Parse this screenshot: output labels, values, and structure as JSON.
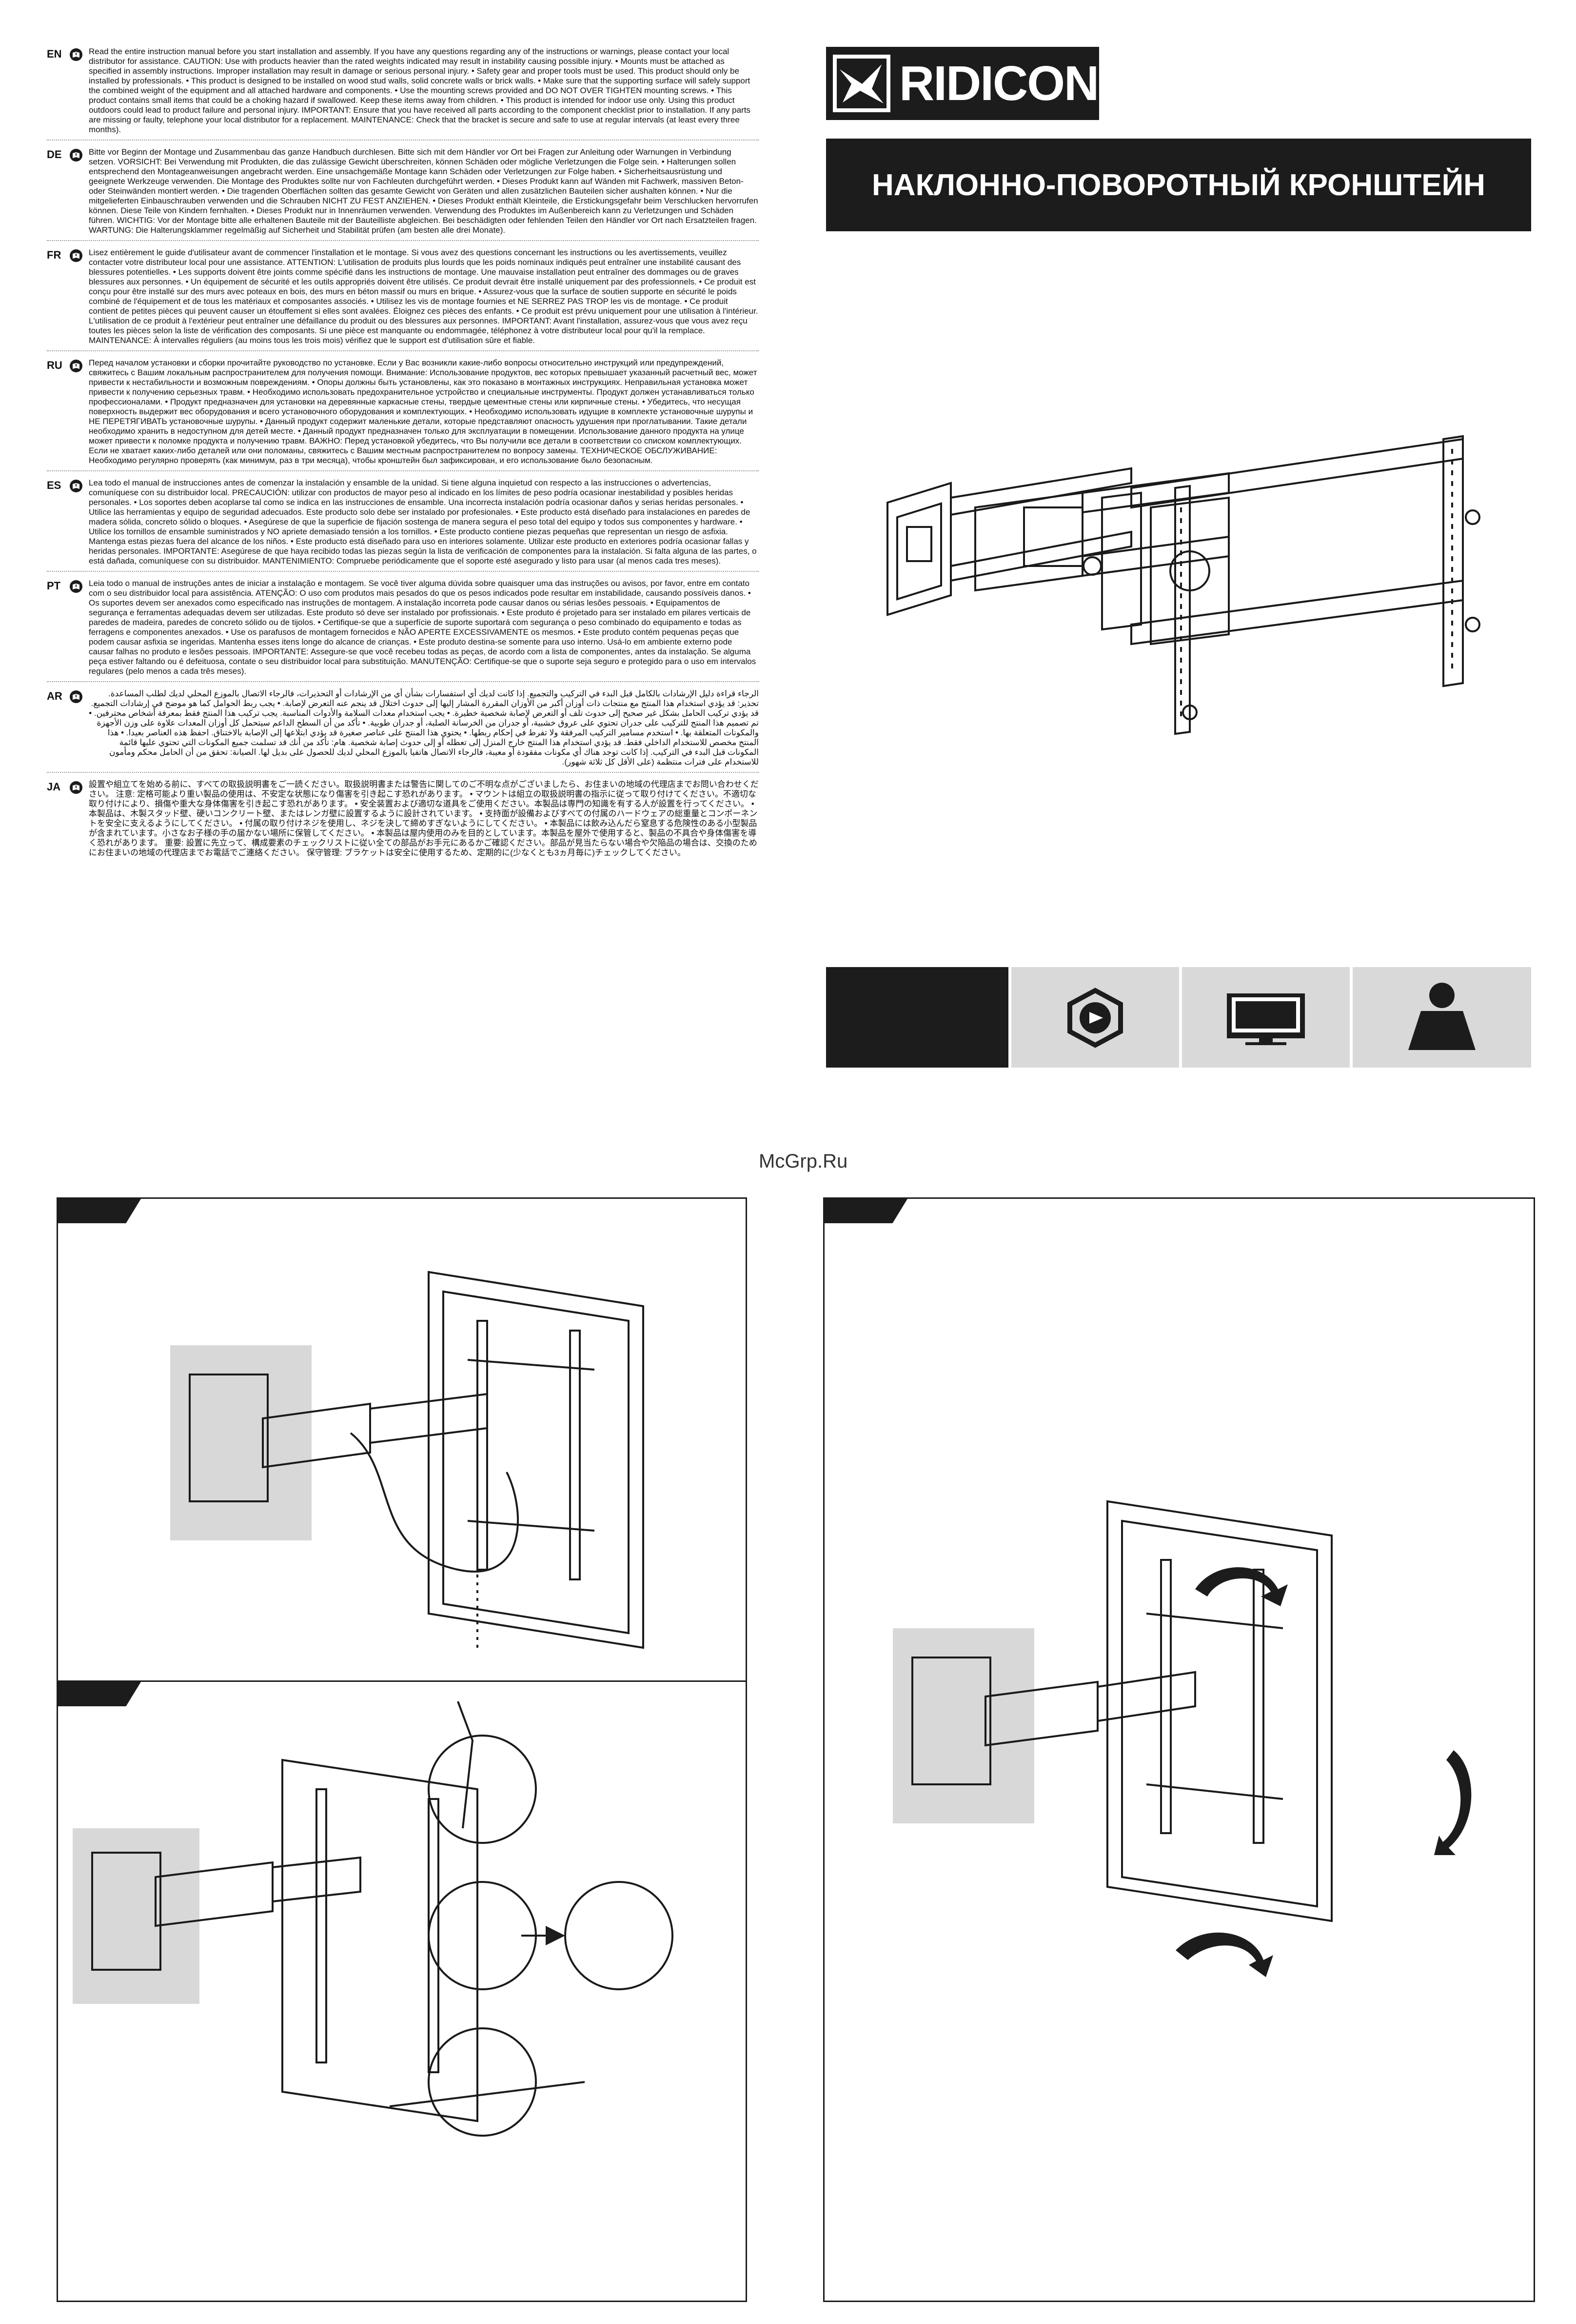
{
  "brand": {
    "name": "RIDICON"
  },
  "title": "НАКЛОННО-ПОВОРОТНЫЙ КРОНШТЕЙН",
  "watermark": "McGrp.Ru",
  "languages": [
    {
      "code": "EN",
      "text": "Read the entire instruction manual before you start installation and assembly. If you have any questions regarding any of the instructions or warnings, please contact your local distributor for assistance. CAUTION: Use with products heavier than the rated weights indicated may result in instability causing possible injury. • Mounts must be attached as specified in assembly instructions. Improper installation may result in damage or serious personal injury. • Safety gear and proper tools must be used. This product should only be installed by professionals. • This product is designed to be installed on wood stud walls, solid concrete walls or brick walls. • Make sure that the supporting surface will safely support the combined weight of the equipment and all attached hardware and components. • Use the mounting screws provided and DO NOT OVER TIGHTEN mounting screws. • This product contains small items that could be a choking hazard if swallowed. Keep these items away from children. • This product is intended for indoor use only. Using this product outdoors could lead to product failure and personal injury. IMPORTANT: Ensure that you have received all parts according to the component checklist prior to installation. If any parts are missing or faulty, telephone your local distributor for a replacement. MAINTENANCE: Check that the bracket is secure and safe to use at regular intervals (at least every three months)."
    },
    {
      "code": "DE",
      "text": "Bitte vor Beginn der Montage und Zusammenbau das ganze Handbuch durchlesen. Bitte sich mit dem Händler vor Ort bei Fragen zur Anleitung oder Warnungen in Verbindung setzen. VORSICHT: Bei Verwendung mit Produkten, die das zulässige Gewicht überschreiten, können Schäden oder mögliche Verletzungen die Folge sein. • Halterungen sollen entsprechend den Montageanweisungen angebracht werden. Eine unsachgemäße Montage kann Schäden oder Verletzungen zur Folge haben. • Sicherheitsausrüstung und geeignete Werkzeuge verwenden. Die Montage des Produktes sollte nur von Fachleuten durchgeführt werden. • Dieses Produkt kann auf Wänden mit Fachwerk, massiven Beton- oder Steinwänden montiert werden. • Die tragenden Oberflächen sollten das gesamte Gewicht von Geräten und allen zusätzlichen Bauteilen sicher aushalten können. • Nur die mitgelieferten Einbauschrauben verwenden und die Schrauben NICHT ZU FEST ANZIEHEN. • Dieses Produkt enthält Kleinteile, die Erstickungsgefahr beim Verschlucken hervorrufen können. Diese Teile von Kindern fernhalten. • Dieses Produkt nur in Innenräumen verwenden. Verwendung des Produktes im Außenbereich kann zu Verletzungen und Schäden führen. WICHTIG: Vor der Montage bitte alle erhaltenen Bauteile mit der Bauteilliste abgleichen. Bei beschädigten oder fehlenden Teilen den Händler vor Ort nach Ersatzteilen fragen. WARTUNG: Die Halterungsklammer regelmäßig auf Sicherheit und Stabilität prüfen (am besten alle drei Monate)."
    },
    {
      "code": "FR",
      "text": "Lisez entièrement le guide d'utilisateur avant de commencer l'installation et le montage. Si vous avez des questions concernant les instructions ou les avertissements, veuillez contacter votre distributeur local pour une assistance. ATTENTION: L'utilisation de produits plus lourds que les poids nominaux indiqués peut entraîner une instabilité causant des blessures potentielles. • Les supports doivent être joints comme spécifié dans les instructions de montage. Une mauvaise installation peut entraîner des dommages ou de graves blessures aux personnes. • Un équipement de sécurité et les outils appropriés doivent être utilisés. Ce produit devrait être installé uniquement par des professionnels. • Ce produit est conçu pour être installé sur des murs avec poteaux en bois, des murs en béton massif ou murs en brique. • Assurez-vous que la surface de soutien supporte en sécurité le poids combiné de l'équipement et de tous les matériaux et composantes associés. • Utilisez les vis de montage fournies et NE SERREZ PAS TROP les vis de montage. • Ce produit contient de petites pièces qui peuvent causer un étouffement si elles sont avalées. Éloignez ces pièces des enfants. • Ce produit est prévu uniquement pour une utilisation à l'intérieur. L'utilisation de ce produit à l'extérieur peut entraîner une défaillance du produit ou des blessures aux personnes. IMPORTANT: Avant l'installation, assurez-vous que vous avez reçu toutes les pièces selon la liste de vérification des composants. Si une pièce est manquante ou endommagée, téléphonez à votre distributeur local pour qu'il la remplace. MAINTENANCE: À intervalles réguliers (au moins tous les trois mois) vérifiez que le support est d'utilisation sûre et fiable."
    },
    {
      "code": "RU",
      "text": "Перед началом установки и сборки прочитайте руководство по установке. Если у Вас возникли какие-либо вопросы относительно инструкций или предупреждений, свяжитесь с Вашим локальным распространителем для получения помощи. Внимание: Использование продуктов, вес которых превышает указанный расчетный вес, может привести к нестабильности и возможным повреждениям. • Опоры должны быть установлены, как это показано в монтажных инструкциях. Неправильная установка может привести к получению серьезных травм. • Необходимо использовать предохранительное устройство и специальные инструменты. Продукт должен устанавливаться только профессионалами. • Продукт предназначен для установки на деревянные каркасные стены, твердые цементные стены или кирпичные стены. • Убедитесь, что несущая поверхность выдержит вес оборудования и всего установочного оборудования и комплектующих. • Необходимо использовать идущие в комплекте установочные шурупы и НЕ ПЕРЕТЯГИВАТЬ установочные шурупы. • Данный продукт содержит маленькие детали, которые представляют опасность удушения при проглатывании. Такие детали необходимо хранить в недоступном для детей месте. • Данный продукт предназначен только для эксплуатации в помещении. Использование данного продукта на улице может привести к поломке продукта и получению травм. ВАЖНО: Перед установкой убедитесь, что Вы получили все детали в соответствии со списком комплектующих. Если не хватает каких-либо деталей или они поломаны, свяжитесь с Вашим местным распространителем по вопросу замены. ТЕХНИЧЕСКОЕ ОБСЛУЖИВАНИЕ: Необходимо регулярно проверять (как минимум, раз в три месяца), чтобы кронштейн был зафиксирован, и его использование было безопасным."
    },
    {
      "code": "ES",
      "text": "Lea todo el manual de instrucciones antes de comenzar la instalación y ensamble de la unidad. Si tiene alguna inquietud con respecto a las instrucciones o advertencias, comuníquese con su distribuidor local. PRECAUCIÓN: utilizar con productos de mayor peso al indicado en los límites de peso podría ocasionar inestabilidad y posibles heridas personales. • Los soportes deben acoplarse tal como se indica en las instrucciones de ensamble. Una incorrecta instalación podría ocasionar daños y serias heridas personales. • Utilice las herramientas y equipo de seguridad adecuados. Este producto solo debe ser instalado por profesionales. • Este producto está diseñado para instalaciones en paredes de madera sólida, concreto sólido o bloques. • Asegúrese de que la superficie de fijación sostenga de manera segura el peso total del equipo y todos sus componentes y hardware. • Utilice los tornillos de ensamble suministrados y NO apriete demasiado tensión a los tornillos. • Este producto contiene piezas pequeñas que representan un riesgo de asfixia. Mantenga estas piezas fuera del alcance de los niños. • Este producto está diseñado para uso en interiores solamente. Utilizar este producto en exteriores podría ocasionar fallas y heridas personales. IMPORTANTE: Asegúrese de que haya recibido todas las piezas según la lista de verificación de componentes para la instalación. Si falta alguna de las partes, o está dañada, comuníquese con su distribuidor. MANTENIMIENTO: Compruebe periódicamente que el soporte esté asegurado y listo para usar (al menos cada tres meses)."
    },
    {
      "code": "PT",
      "text": "Leia todo o manual de instruções antes de iniciar a instalação e montagem. Se você tiver alguma dúvida sobre quaisquer uma das instruções ou avisos, por favor, entre em contato com o seu distribuidor local para assistência. ATENÇÃO: O uso com produtos mais pesados do que os pesos indicados pode resultar em instabilidade, causando possíveis danos. • Os suportes devem ser anexados como especificado nas instruções de montagem. A instalação incorreta pode causar danos ou sérias lesões pessoais. • Equipamentos de segurança e ferramentas adequadas devem ser utilizadas. Este produto só deve ser instalado por profissionais. • Este produto é projetado para ser instalado em pilares verticais de paredes de madeira, paredes de concreto sólido ou de tijolos. • Certifique-se que a superfície de suporte suportará com segurança o peso combinado do equipamento e todas as ferragens e componentes anexados. • Use os parafusos de montagem fornecidos e NÃO APERTE EXCESSIVAMENTE os mesmos. • Este produto contém pequenas peças que podem causar asfixia se ingeridas. Mantenha esses itens longe do alcance de crianças. • Este produto destina-se somente para uso interno. Usá-lo em ambiente externo pode causar falhas no produto e lesões pessoais. IMPORTANTE: Assegure-se que você recebeu todas as peças, de acordo com a lista de componentes, antes da instalação. Se alguma peça estiver faltando ou é defeituosa, contate o seu distribuidor local para substituição. MANUTENÇÃO: Certifique-se que o suporte seja seguro e protegido para o uso em intervalos regulares (pelo menos a cada três meses)."
    },
    {
      "code": "AR",
      "text": "الرجاء قراءة دليل الإرشادات بالكامل قبل البدء في التركيب والتجميع. إذا كانت لديك أي استفسارات بشأن أي من الإرشادات أو التحذيرات، فالرجاء الاتصال بالموزع المحلي لديك لطلب المساعدة. تحذير: قد يؤدي استخدام هذا المنتج مع منتجات ذات أوزان أكبر من الأوزان المقررة المشار إليها إلى حدوث اختلال قد ينجم عنه التعرض لإصابة. • يجب ربط الحوامل كما هو موضح في إرشادات التجميع. قد يؤدي تركيب الحامل بشكل غير صحيح إلى حدوث تلف أو التعرض لإصابة شخصية خطيرة. • يجب استخدام معدات السلامة والأدوات المناسبة. يجب تركيب هذا المنتج فقط بمعرفة أشخاص محترفين. • تم تصميم هذا المنتج للتركيب على جدران تحتوي على عروق خشبية، أو جدران من الخرسانة الصلبة، أو جدران طوبية. • تأكد من أن السطح الداعم سيتحمل كل أوزان المعدات علاوة على وزن الأجهزة والمكونات المتعلقة بها. • استخدم مسامير التركيب المرفقة ولا تفرط في إحكام ربطها. • يحتوي هذا المنتج على عناصر صغيرة قد يؤدي ابتلاعها إلى الإصابة بالاختناق. احفظ هذه العناصر بعيدا. • هذا المنتج مخصص للاستخدام الداخلي فقط. قد يؤدي استخدام هذا المنتج خارج المنزل إلى تعطله أو إلى حدوث إصابة شخصية. هام: تأكد من أنك قد تسلمت جميع المكونات التي تحتوي عليها قائمة المكونات قبل البدء في التركيب. إذا كانت توجد هناك أي مكونات مفقودة أو معيبة، فالرجاء الاتصال هاتفيا بالموزع المحلي لديك للحصول على بديل لها. الصيانة: تحقق من أن الحامل محكم ومأمون للاستخدام على فترات منتظمة (على الأقل كل ثلاثة شهور)."
    },
    {
      "code": "JA",
      "text": "設置や組立てを始める前に、すべての取扱説明書をご一読ください。取扱説明書または警告に関してのご不明な点がございましたら、お住まいの地域の代理店までお問い合わせください。 注意: 定格可能より重い製品の使用は、不安定な状態になり傷害を引き起こす恐れがあります。 • マウントは組立の取扱説明書の指示に従って取り付けてください。不適切な取り付けにより、損傷や重大な身体傷害を引き起こす恐れがあります。 • 安全装置および適切な道具をご使用ください。本製品は専門の知識を有する人が設置を行ってください。 • 本製品は、木製スタッド壁、硬いコンクリート壁、またはレンガ壁に設置するように設計されています。 • 支持面が設備およびすべての付属のハードウェアの総重量とコンポーネントを安全に支えるようにしてください。 • 付属の取り付けネジを使用し、ネジを決して締めすぎないようにしてください。 • 本製品には飲み込んだら窒息する危険性のある小型製品が含まれています。小さなお子様の手の届かない場所に保管してください。 • 本製品は屋内使用のみを目的としています。本製品を屋外で使用すると、製品の不具合や身体傷害を導く恐れがあります。 重要: 設置に先立って、構成要素のチェックリストに従い全ての部品がお手元にあるかご確認ください。部品が見当たらない場合や欠陥品の場合は、交換のためにお住まいの地域の代理店までお電話でご連絡ください。 保守管理: ブラケットは安全に使用するため、定期的に(少なくとも3ヵ月毎に)チェックしてください。"
    }
  ],
  "icons": {
    "logo": "ridicon-bird-logo",
    "strip": [
      "vesa-pattern-icon",
      "tv-screen-icon",
      "weight-kettlebell-icon"
    ],
    "book": "book-warning-icon"
  },
  "colors": {
    "dark": "#1c1c1c",
    "strip_bg": "#d9d9d9"
  }
}
